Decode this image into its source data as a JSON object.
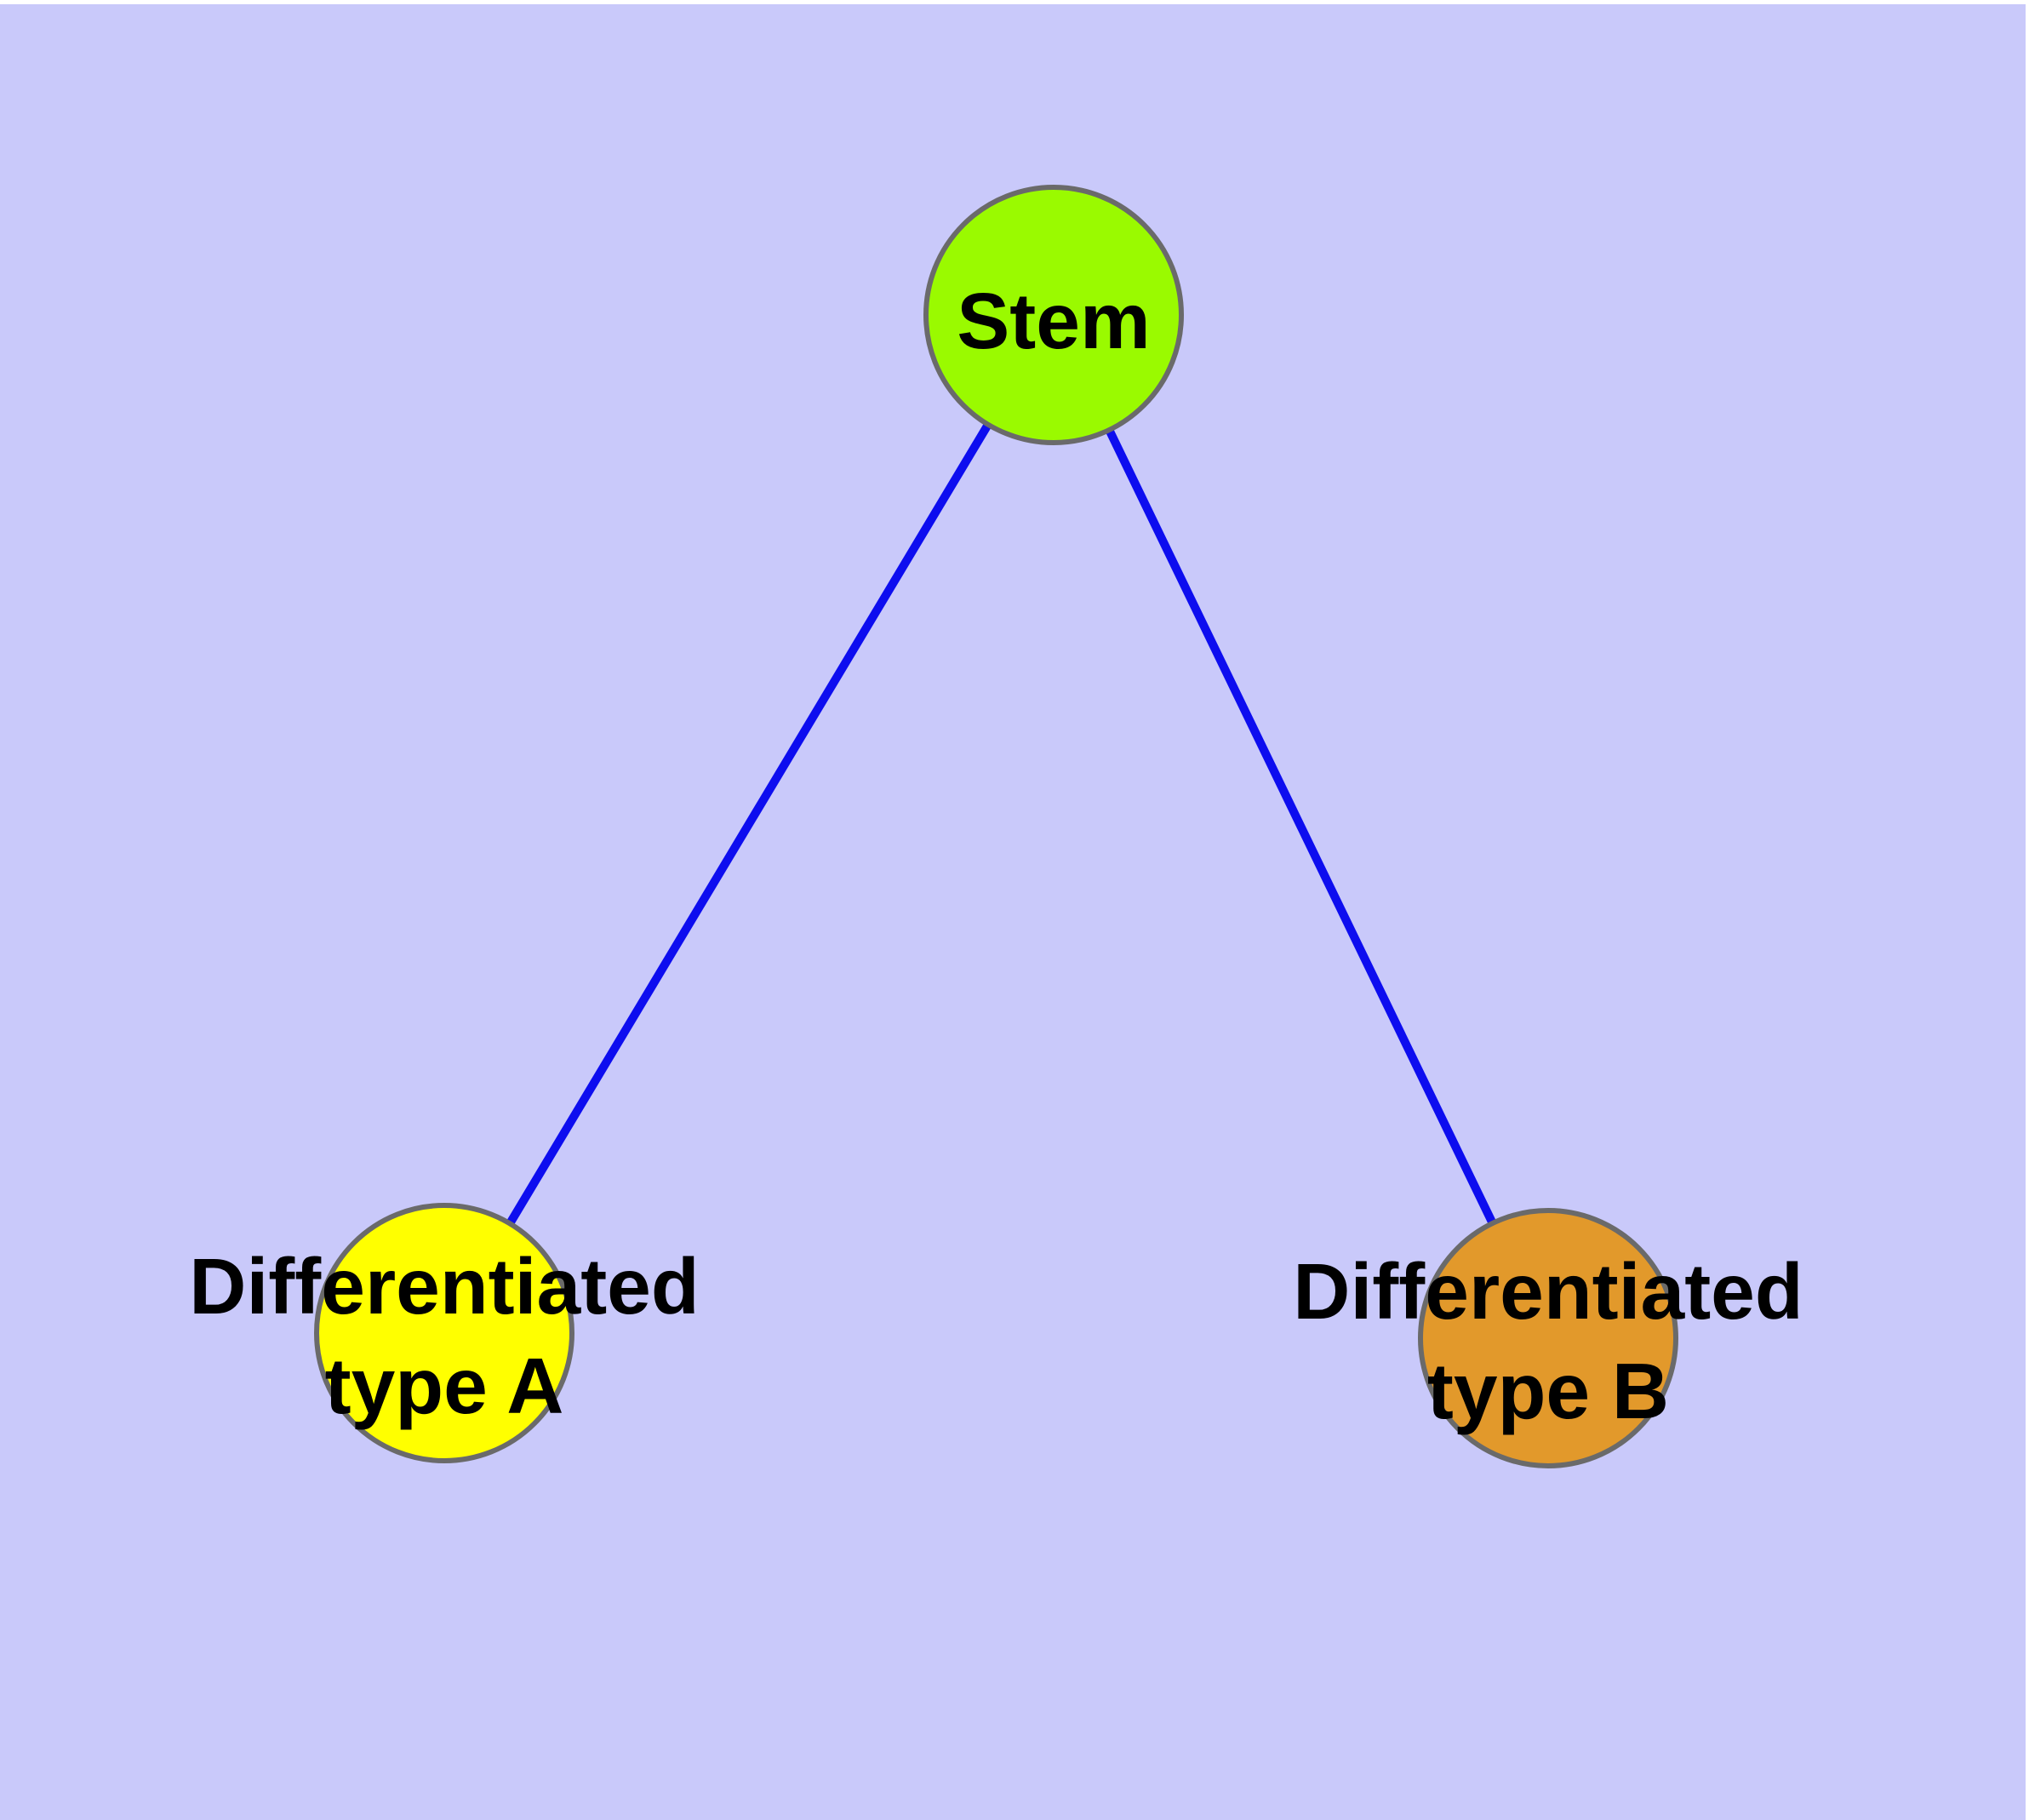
{
  "figure": {
    "outer_background": "#ffffff",
    "background_color": "#c9c9fa"
  },
  "edges": {
    "color": "#0d0def",
    "items": [
      {
        "from": "Stem",
        "to": "Differentiated type A"
      },
      {
        "from": "Stem",
        "to": "Differentiated type B"
      }
    ]
  },
  "nodes": {
    "border_color": "#6a6a6a",
    "label_color": "#000000",
    "stem": {
      "label": "Stem",
      "color": "#9afa00"
    },
    "type_a": {
      "label_line1": "Differentiated",
      "label_line2": "type A",
      "color": "#ffff00"
    },
    "type_b": {
      "label_line1": "Differentiated",
      "label_line2": "type B",
      "color": "#e2992b"
    }
  }
}
